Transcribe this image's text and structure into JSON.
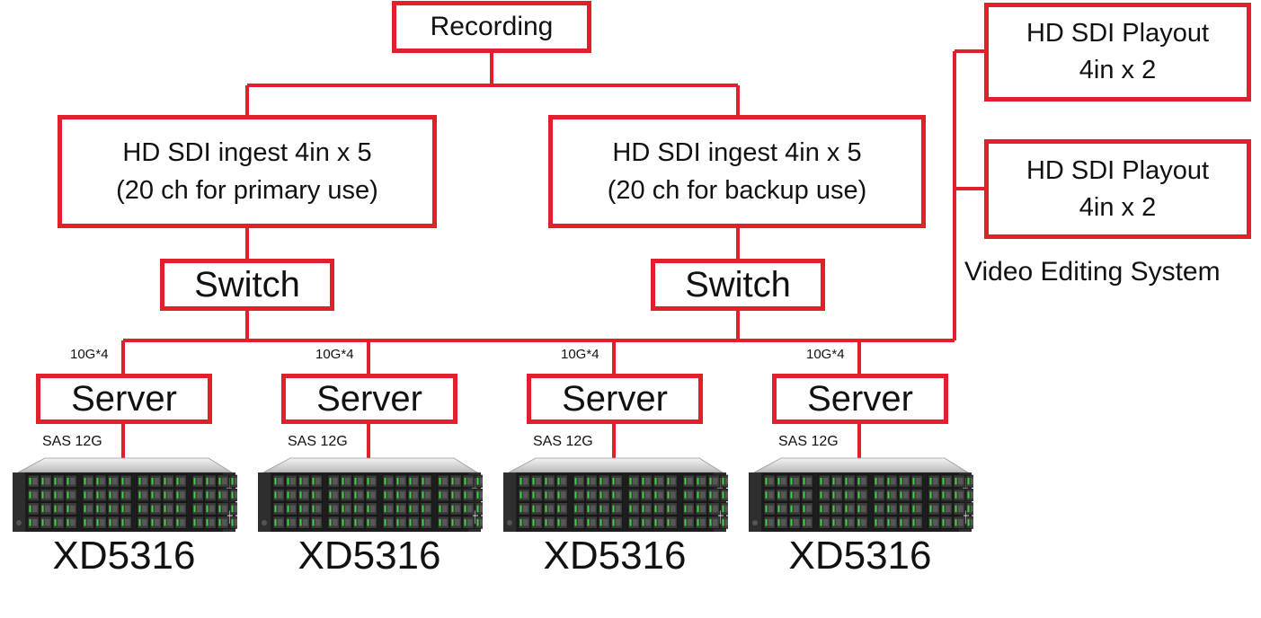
{
  "recording": "Recording",
  "ingest": [
    {
      "line1": "HD SDI ingest 4in x 5",
      "line2": "(20 ch for primary use)"
    },
    {
      "line1": "HD SDI ingest 4in x 5",
      "line2": "(20 ch for backup use)"
    }
  ],
  "switches": [
    "Switch",
    "Switch"
  ],
  "playout": [
    {
      "line1": "HD SDI Playout",
      "line2": "4in x 2"
    },
    {
      "line1": "HD SDI Playout",
      "line2": "4in x 2"
    }
  ],
  "editing_label": "Video Editing System",
  "servers": [
    {
      "link": "10G*4",
      "label": "Server",
      "sas": "SAS 12G",
      "model": "XD5316"
    },
    {
      "link": "10G*4",
      "label": "Server",
      "sas": "SAS 12G",
      "model": "XD5316"
    },
    {
      "link": "10G*4",
      "label": "Server",
      "sas": "SAS 12G",
      "model": "XD5316"
    },
    {
      "link": "10G*4",
      "label": "Server",
      "sas": "SAS 12G",
      "model": "XD5316"
    }
  ],
  "colors": {
    "line": "#e2202c",
    "drive_led": "#3fd43f"
  }
}
